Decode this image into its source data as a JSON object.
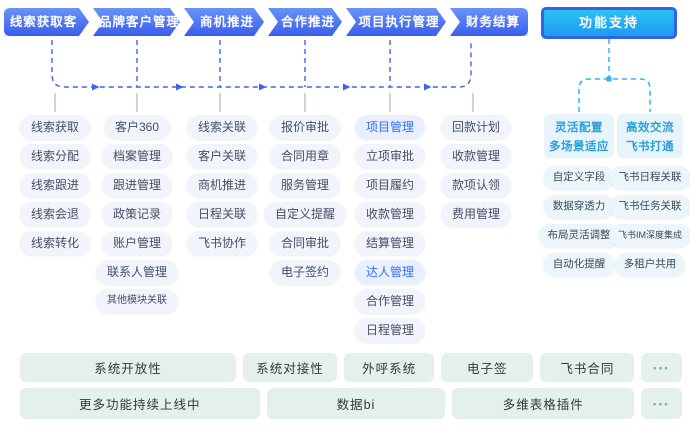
{
  "flow": {
    "steps": [
      "线索获取客户",
      "品牌客户管理",
      "商机推进",
      "合作推进",
      "项目执行管理",
      "财务结算"
    ],
    "support_label": "功能支持"
  },
  "columns": [
    {
      "items": [
        "线索获取",
        "线索分配",
        "线索跟进",
        "线索会退",
        "线索转化"
      ]
    },
    {
      "items": [
        "客户360",
        "档案管理",
        "跟进管理",
        "政策记录",
        "账户管理",
        "联系人管理",
        "其他模块关联"
      ]
    },
    {
      "items": [
        "线索关联",
        "客户关联",
        "商机推进",
        "日程关联",
        "飞书协作"
      ]
    },
    {
      "items": [
        "报价审批",
        "合同用章",
        "服务管理",
        "自定义提醒",
        "合同审批",
        "电子签约"
      ]
    },
    {
      "items": [
        "项目管理",
        "立项审批",
        "项目履约",
        "收款管理",
        "结算管理",
        "达人管理",
        "合作管理",
        "日程管理"
      ],
      "highlighted": [
        "项目管理",
        "达人管理"
      ]
    },
    {
      "items": [
        "回款计划",
        "收款管理",
        "款项认领",
        "费用管理"
      ]
    }
  ],
  "support": {
    "headers": [
      {
        "lines": [
          "灵活配置",
          "多场景适应"
        ]
      },
      {
        "lines": [
          "高效交流",
          "飞书打通"
        ]
      }
    ],
    "left_items": [
      "自定义字段",
      "数据穿透力",
      "布局灵活调整",
      "自动化提醒"
    ],
    "right_items": [
      "飞书日程关联",
      "飞书任务关联",
      "飞书IM深度集成",
      "多租户共用"
    ]
  },
  "bottom": {
    "row1": [
      "系统开放性",
      "系统对接性",
      "外呼系统",
      "电子签",
      "飞书合同",
      "•••"
    ],
    "row2": [
      "更多功能持续上线中",
      "数据bi",
      "多维表格插件",
      "•••"
    ]
  },
  "colors": {
    "flow_blue": "#3a5eec",
    "support_cyan": "#29b6f0",
    "support_text": "#2ba0d8",
    "highlight_text": "#3370ff",
    "pill_bg": "#f1f4fb",
    "bottom_bar_bg": "#e3f1ea",
    "dots_green": "#74b59b"
  }
}
